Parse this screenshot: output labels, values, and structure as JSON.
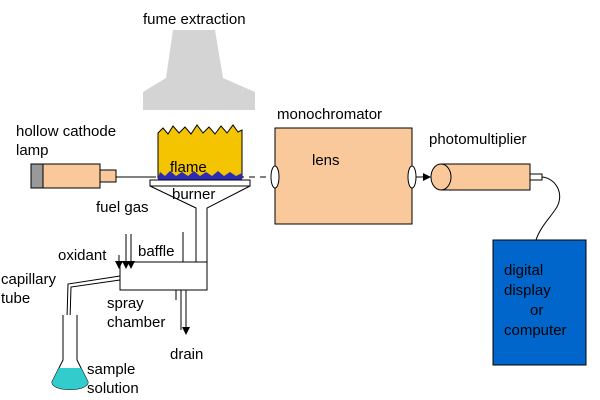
{
  "labels": {
    "fume_extraction": "fume extraction",
    "monochromator": "monochromator",
    "hollow_cathode_lamp_1": "hollow cathode",
    "hollow_cathode_lamp_2": "lamp",
    "photomultiplier": "photomultiplier",
    "flame": "flame",
    "lens": "lens",
    "burner": "burner",
    "fuel_gas": "fuel gas",
    "oxidant": "oxidant",
    "baffle": "baffle",
    "capillary_tube_1": "capillary",
    "capillary_tube_2": "tube",
    "spray_chamber_1": "spray",
    "spray_chamber_2": "chamber",
    "drain": "drain",
    "sample_solution_1": "sample",
    "sample_solution_2": "solution",
    "display_1": "digital",
    "display_2": "display",
    "display_3": "or",
    "display_4": "computer"
  },
  "colors": {
    "fume_hood": "#d4d4d4",
    "lamp_body": "#f9c89b",
    "lamp_cap": "#999999",
    "monochromator": "#f9c89b",
    "photomultiplier": "#f9c89b",
    "flame": "#f5c400",
    "flame_base": "#2b2bb5",
    "display_box": "#0066cc",
    "sample_liquid": "#33cccc"
  }
}
